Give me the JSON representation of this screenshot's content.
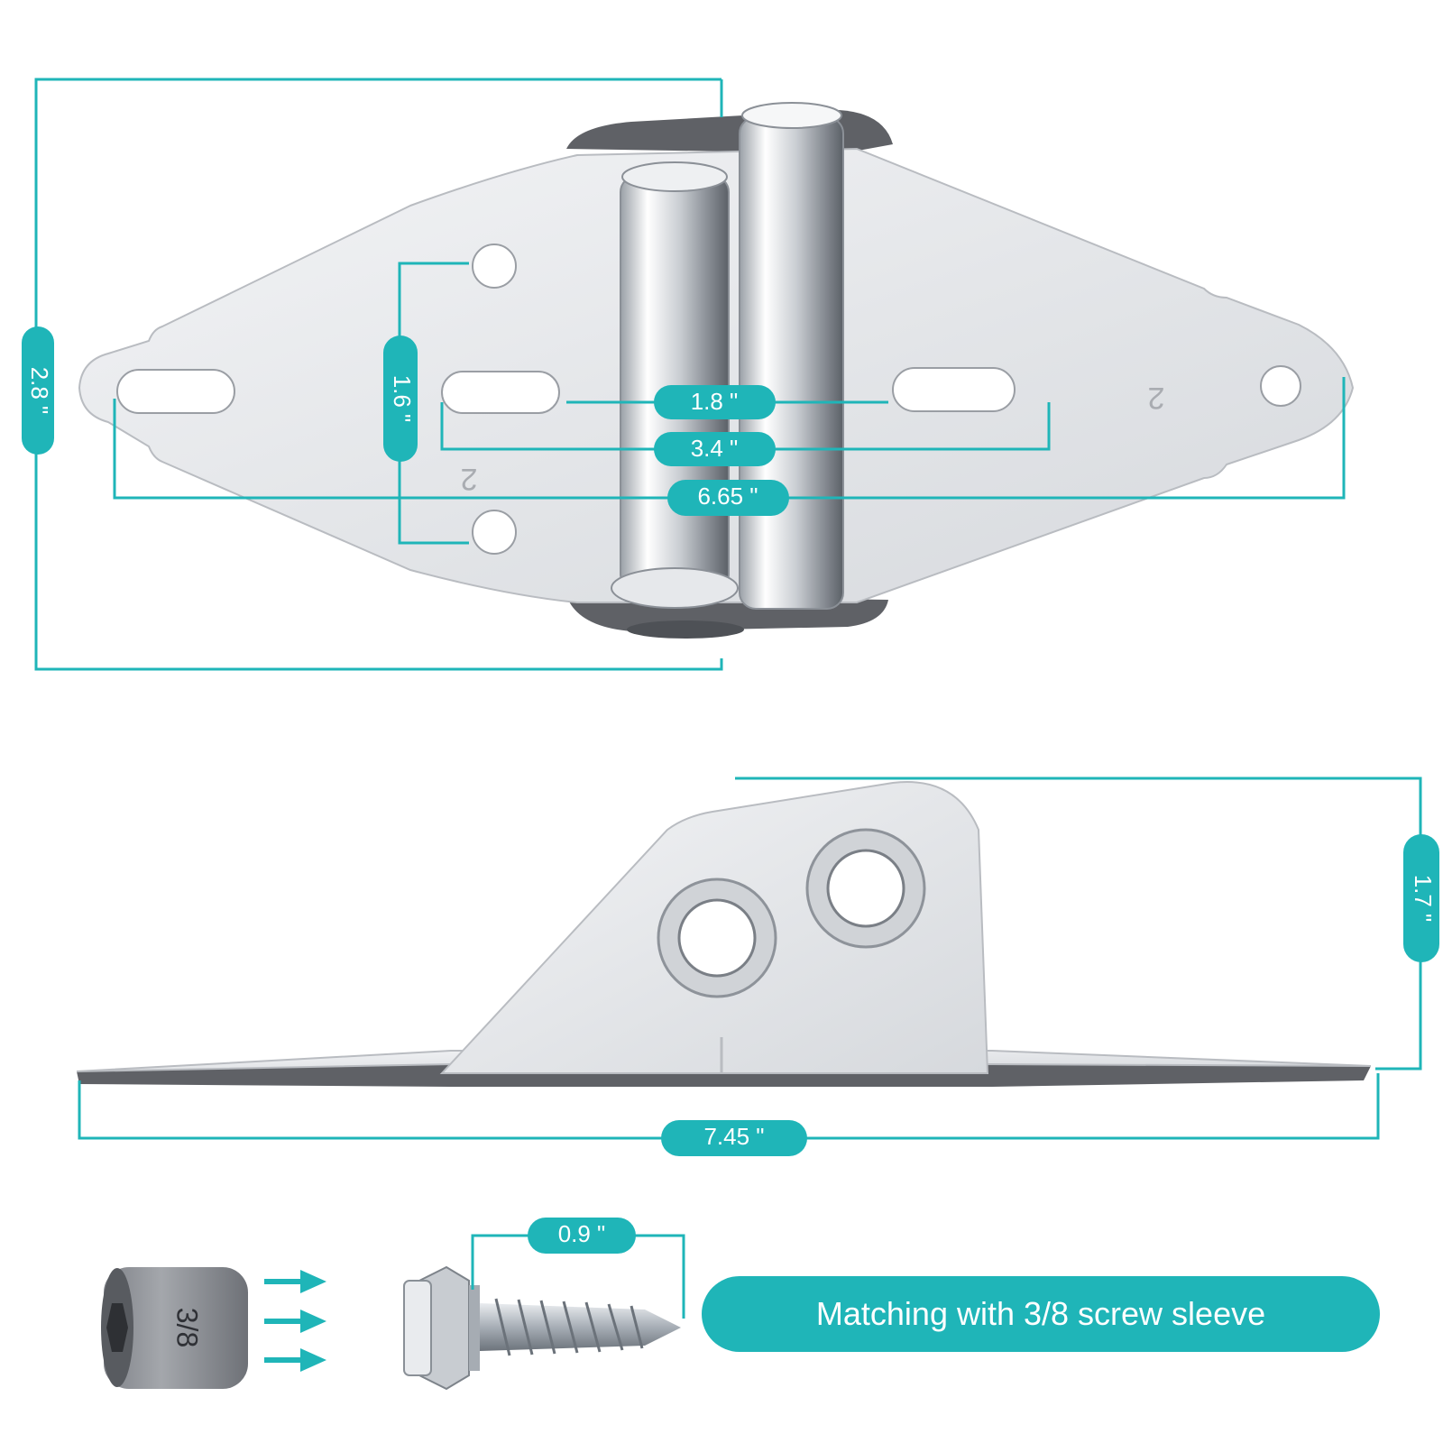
{
  "dimensions": {
    "height_total": "2.8 \"",
    "height_holes": "1.6 \"",
    "width_inner": "1.8 \"",
    "width_mid": "3.4 \"",
    "width_outer": "6.65 \"",
    "side_height": "1.7 \"",
    "side_length": "7.45 \"",
    "screw_length": "0.9 \""
  },
  "stamps": {
    "left_leaf": "2",
    "right_leaf": "2"
  },
  "sleeve_label": "3/8",
  "note": "Matching with 3/8 screw sleeve",
  "colors": {
    "accent": "#1fb5b8",
    "metal": "#e6e8eb",
    "metal_edge": "#5f6166"
  },
  "icons": [
    "hinge-plate-top-view",
    "hinge-side-view",
    "screw-sleeve-icon",
    "self-drilling-screw-icon",
    "arrow-right-icon"
  ]
}
